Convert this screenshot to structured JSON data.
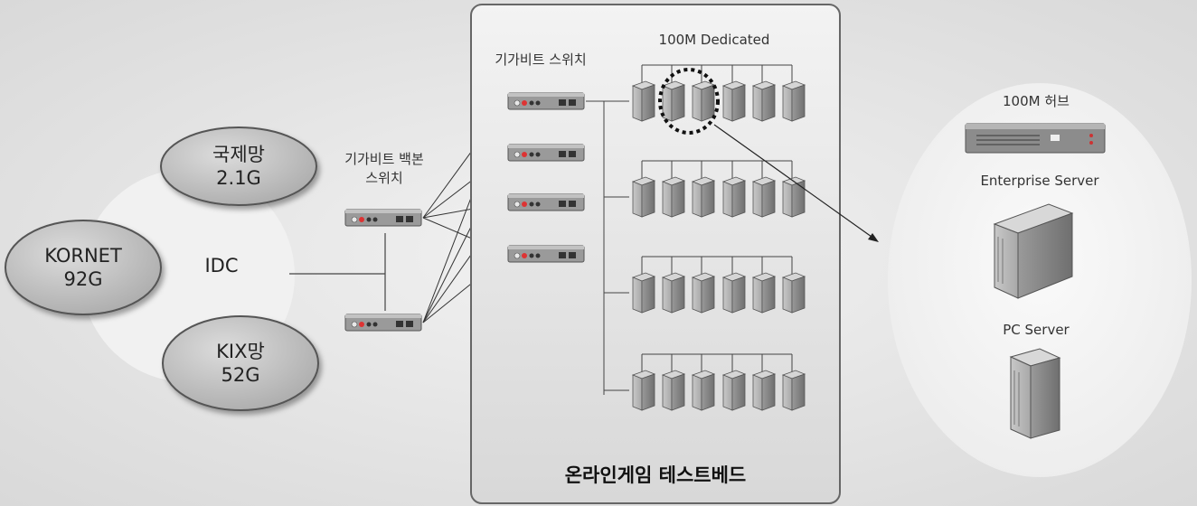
{
  "idc": {
    "label": "IDC"
  },
  "networks": [
    {
      "name": "국제망",
      "bandwidth": "2.1G"
    },
    {
      "name": "KORNET",
      "bandwidth": "92G"
    },
    {
      "name": "KIX망",
      "bandwidth": "52G"
    }
  ],
  "backbone_switch": {
    "line1": "기가비트 백본",
    "line2": "스위치"
  },
  "testbed": {
    "title": "온라인게임 테스트베드",
    "gigabit_switch_label": "기가비트 스위치",
    "dedicated_label": "100M Dedicated",
    "switch_count": 4,
    "servers_per_row": 6
  },
  "detail": {
    "hub_label": "100M 허브",
    "enterprise_label": "Enterprise Server",
    "pc_label": "PC Server"
  }
}
